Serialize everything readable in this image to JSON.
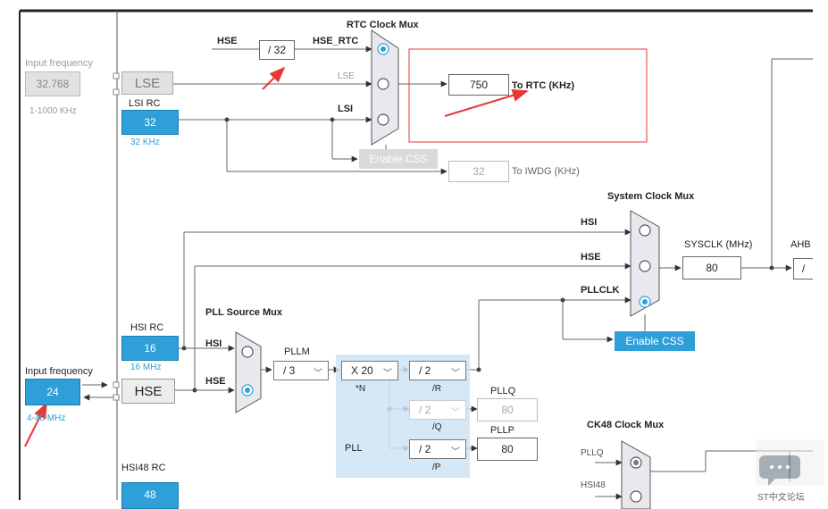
{
  "rtc_mux": {
    "title": "RTC Clock Mux",
    "hse": "HSE",
    "hse_div": "/ 32",
    "hse_rtc": "HSE_RTC",
    "lse": "LSE",
    "lsi": "LSI",
    "enable_css": "Enable CSS",
    "rtc_value": "750",
    "rtc_label": "To RTC (KHz)",
    "iwdg_value": "32",
    "iwdg_label": "To IWDG (KHz)"
  },
  "lse": {
    "input_label": "Input frequency",
    "input_value": "32.768",
    "range": "1-1000 KHz",
    "label": "LSE"
  },
  "lsi": {
    "title": "LSI RC",
    "value": "32",
    "freq": "32 KHz"
  },
  "sys_mux": {
    "title": "System Clock Mux",
    "hsi": "HSI",
    "hse": "HSE",
    "pllclk": "PLLCLK",
    "enable_css": "Enable CSS",
    "sysclk_label": "SYSCLK (MHz)",
    "sysclk_value": "80",
    "ahb_label": "AHB",
    "ahb_div": "/"
  },
  "hsi": {
    "title": "HSI RC",
    "value": "16",
    "freq": "16 MHz"
  },
  "hse": {
    "input_label": "Input frequency",
    "input_value": "24",
    "range": "4-48 MHz",
    "label": "HSE"
  },
  "pll_src": {
    "title": "PLL Source Mux",
    "hsi": "HSI",
    "hse": "HSE"
  },
  "pll": {
    "pllm_label": "PLLM",
    "pllm": "/ 3",
    "n_value": "X 20",
    "n_label": "*N",
    "r_value": "/ 2",
    "r_label": "/R",
    "q_value": "/ 2",
    "q_label": "/Q",
    "p_value": "/ 2",
    "p_label": "/P",
    "pllq_label": "PLLQ",
    "pllq_value": "80",
    "pllp_label": "PLLP",
    "pllp_value": "80",
    "pll_label": "PLL"
  },
  "ck48": {
    "title": "CK48 Clock Mux",
    "pllq": "PLLQ",
    "hsi48": "HSI48"
  },
  "hsi48": {
    "title": "HSI48 RC",
    "value": "48"
  },
  "watermark": {
    "text": "ST中文论坛"
  }
}
